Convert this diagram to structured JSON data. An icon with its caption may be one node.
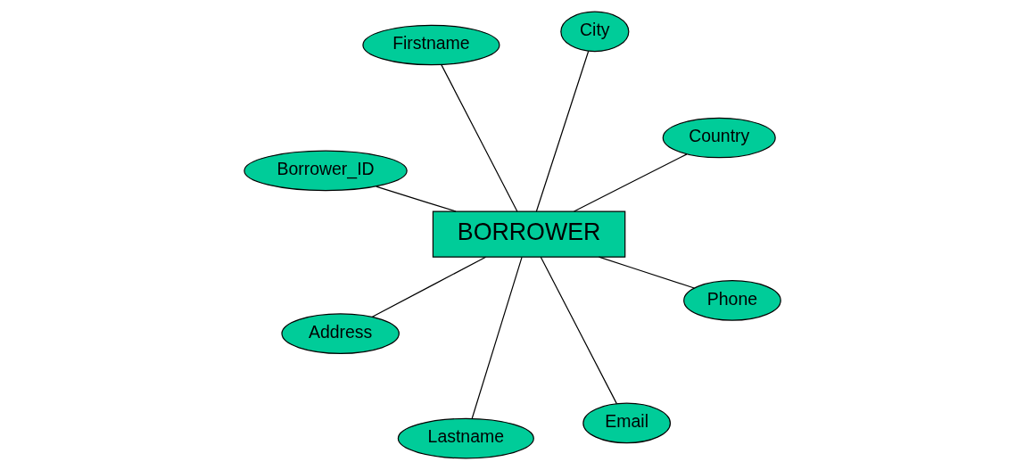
{
  "diagram": {
    "nodes": [
      {
        "text": [
          "Borrower_ID"
        ]
      },
      {
        "text": [
          "Country"
        ]
      },
      {
        "text": [
          "Lastname"
        ]
      },
      {
        "text": [
          "BORROWER"
        ]
      },
      {
        "text": [
          "City"
        ]
      },
      {
        "text": [
          "Firstname"
        ]
      },
      {
        "text": [
          "Address"
        ]
      },
      {
        "text": [
          "Phone"
        ]
      },
      {
        "text": [
          "Email"
        ]
      }
    ],
    "edges": [
      {
        "from": 3,
        "to": 0,
        "arrow": "none"
      },
      {
        "from": 3,
        "to": 1,
        "arrow": "none"
      },
      {
        "from": 3,
        "to": 2,
        "arrow": "none"
      },
      {
        "from": 3,
        "to": 4,
        "arrow": "none"
      },
      {
        "from": 3,
        "to": 5,
        "arrow": "none"
      },
      {
        "from": 3,
        "to": 6,
        "arrow": "none"
      },
      {
        "from": 3,
        "to": 7,
        "arrow": "none"
      },
      {
        "from": 3,
        "to": 8,
        "arrow": "none"
      }
    ]
  }
}
